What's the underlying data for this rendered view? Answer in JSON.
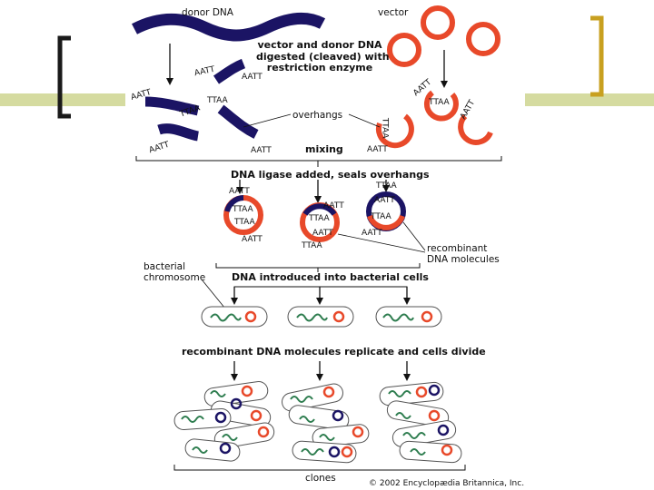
{
  "labels": {
    "donor_dna": "donor DNA",
    "vector": "vector",
    "digested_line1": "vector and donor DNA",
    "digested_line2": "digested (cleaved) with",
    "digested_line3": "restriction enzyme",
    "overhangs": "overhangs",
    "mixing": "mixing",
    "ligase": "DNA ligase added, seals overhangs",
    "recombinant_line1": "recombinant",
    "recombinant_line2": "DNA molecules",
    "bacterial_line1": "bacterial",
    "bacterial_line2": "chromosome",
    "introduced": "DNA introduced into bacterial cells",
    "replicate": "recombinant DNA molecules replicate and cells divide",
    "clones": "clones",
    "copyright": "© 2002 Encyclopædia Britannica, Inc."
  },
  "sequences": {
    "aatt": "AATT",
    "ttaa": "TTAA"
  },
  "colors": {
    "donor": "#1b1464",
    "vector": "#e8492a",
    "accent_bar": "#d5dba0",
    "bracket_left": "#1a1a1a",
    "bracket_right": "#c8a020",
    "chromosome": "#2e7d4f",
    "text": "#111111"
  }
}
